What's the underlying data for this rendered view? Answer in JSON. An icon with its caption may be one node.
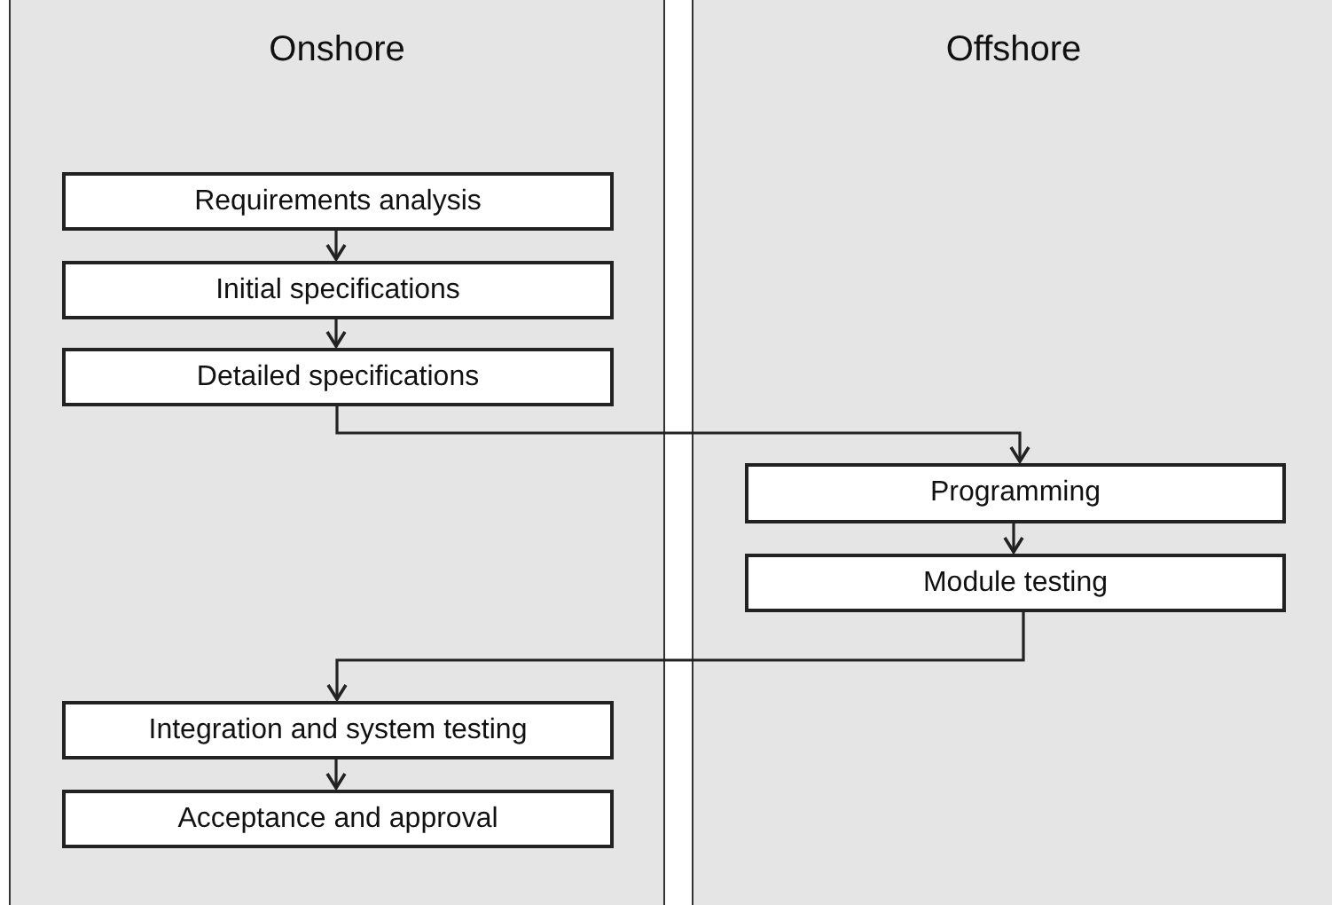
{
  "diagram": {
    "nodes": [
      {
        "text": [
          "Onshore"
        ]
      },
      {
        "text": [
          "Requirements analysis"
        ],
        "in": 0
      },
      {
        "text": [
          "Initial specifications"
        ],
        "in": 0
      },
      {
        "text": [
          "Detailed specifications"
        ],
        "in": 0
      },
      {
        "text": [
          "Integration and system testing"
        ],
        "in": 0
      },
      {
        "text": [
          "Acceptance and approval"
        ],
        "in": 0
      },
      {
        "text": [
          "Offshore"
        ]
      },
      {
        "text": [
          "Programming"
        ],
        "in": 6
      },
      {
        "text": [
          "Module testing"
        ],
        "in": 6
      }
    ],
    "edges": [
      {
        "from": 1,
        "to": 2,
        "arrow": "to"
      },
      {
        "from": 2,
        "to": 3,
        "arrow": "to"
      },
      {
        "from": 3,
        "to": 7,
        "arrow": "to"
      },
      {
        "from": 7,
        "to": 8,
        "arrow": "to"
      },
      {
        "from": 8,
        "to": 4,
        "arrow": "to"
      },
      {
        "from": 4,
        "to": 5,
        "arrow": "to"
      }
    ]
  }
}
